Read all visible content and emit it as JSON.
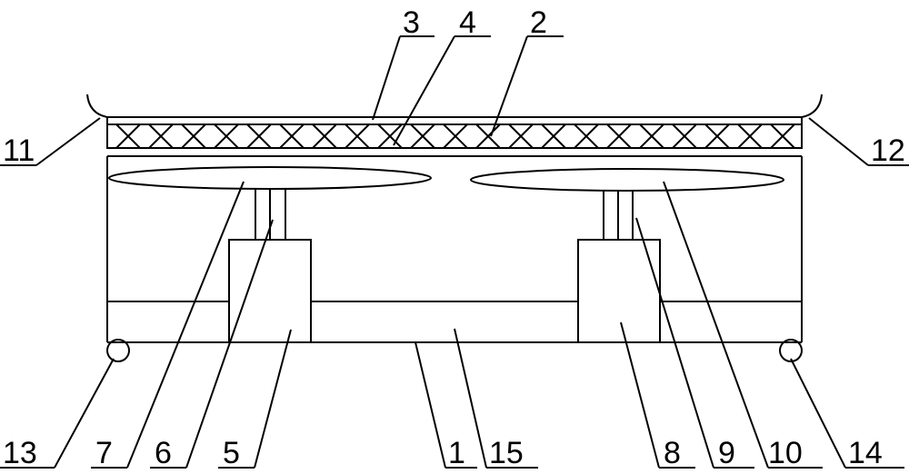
{
  "labels": {
    "n1": "1",
    "n2": "2",
    "n3": "3",
    "n4": "4",
    "n5": "5",
    "n6": "6",
    "n7": "7",
    "n8": "8",
    "n9": "9",
    "n10": "10",
    "n11": "11",
    "n12": "12",
    "n13": "13",
    "n14": "14",
    "n15": "15"
  },
  "colors": {
    "stroke": "#000000",
    "background": "#ffffff"
  }
}
